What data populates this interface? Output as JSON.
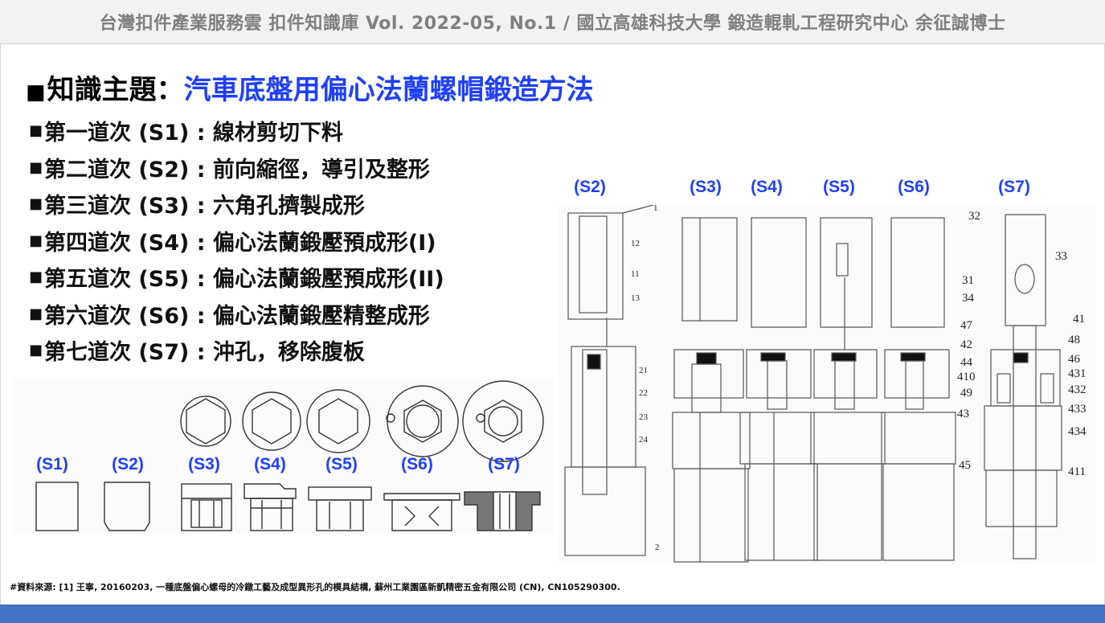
{
  "header": {
    "text": "台灣扣件產業服務雲 扣件知識庫 Vol. 2022-05, No.1  /  國立高雄科技大學  鍛造輥軋工程研究中心  余征誠博士"
  },
  "title": {
    "bullet": "■",
    "prefix": "知識主題：",
    "topic": "汽車底盤用偏心法蘭螺帽鍛造方法"
  },
  "steps": [
    {
      "bullet": "■",
      "text": "第一道次 (S1) : 線材剪切下料"
    },
    {
      "bullet": "■",
      "text": "第二道次 (S2) : 前向縮徑，導引及整形"
    },
    {
      "bullet": "■",
      "text": "第三道次 (S3) : 六角孔擠製成形"
    },
    {
      "bullet": "■",
      "text": "第四道次 (S4) : 偏心法蘭鍛壓預成形(I)"
    },
    {
      "bullet": "■",
      "text": "第五道次 (S5) : 偏心法蘭鍛壓預成形(II)"
    },
    {
      "bullet": "■",
      "text": "第六道次 (S6) : 偏心法蘭鍛壓精整成形"
    },
    {
      "bullet": "■",
      "text": "第七道次 (S7) : 沖孔，移除腹板"
    }
  ],
  "left_figure": {
    "stage_labels": [
      "(S1)",
      "(S2)",
      "(S3)",
      "(S4)",
      "(S5)",
      "(S6)",
      "(S7)"
    ]
  },
  "right_figure": {
    "stage_labels": [
      "(S2)",
      "(S3)",
      "(S4)",
      "(S5)",
      "(S6)",
      "(S7)"
    ],
    "s2_part_numbers": [
      "1",
      "12",
      "11",
      "13",
      "21",
      "22",
      "23",
      "24",
      "2"
    ],
    "s7_part_numbers": [
      "32",
      "33",
      "31",
      "34",
      "47",
      "41",
      "48",
      "42",
      "46",
      "44",
      "431",
      "410",
      "432",
      "49",
      "433",
      "43",
      "434",
      "45",
      "411"
    ]
  },
  "source": {
    "text": "#資料來源: [1] 王寧, 20160203, 一種底盤偏心螺母的冷鐓工藝及成型異形孔的模具結構, 蘇州工業園區新凱精密五金有限公司 (CN), CN105290300."
  },
  "colors": {
    "accent": "#1f3fff",
    "header_text": "#7f7f7f",
    "bottom_bar": "#4472c4"
  }
}
